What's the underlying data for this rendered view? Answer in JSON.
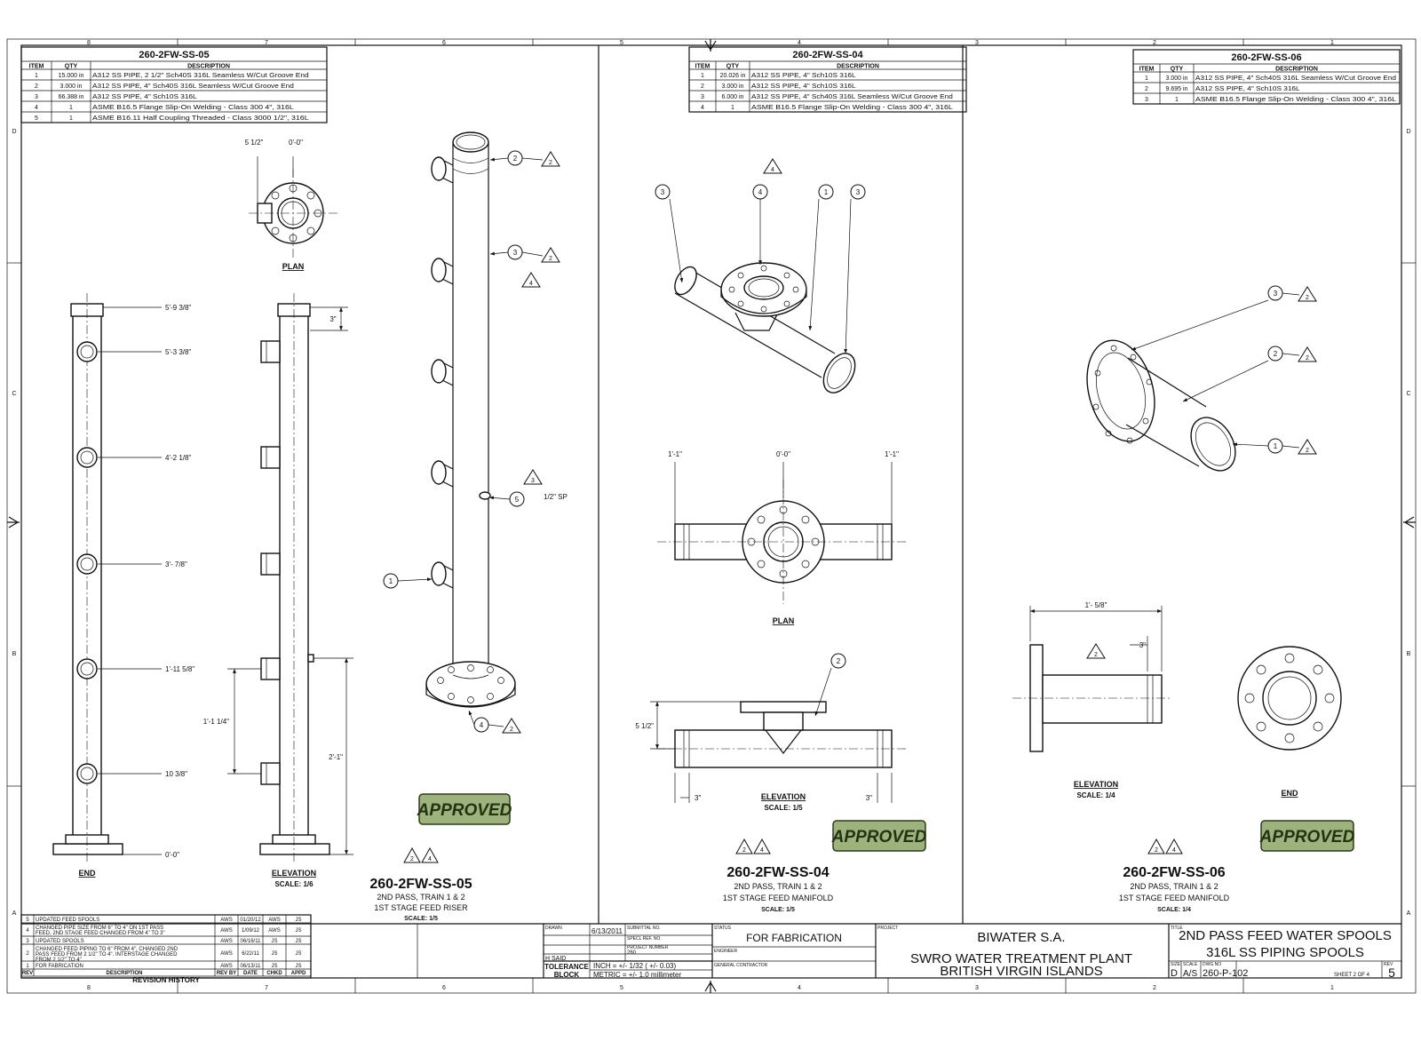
{
  "zones_top": [
    "8",
    "7",
    "6",
    "5",
    "4",
    "3",
    "2",
    "1"
  ],
  "zones_side": [
    "D",
    "C",
    "B",
    "A"
  ],
  "spools": [
    {
      "id": "260-2FW-SS-05",
      "bom_headers": [
        "ITEM",
        "QTY",
        "DESCRIPTION"
      ],
      "bom": [
        [
          "1",
          "15.000 in",
          "A312 SS PIPE, 2 1/2\" Sch40S 316L Seamless W/Cut Groove End"
        ],
        [
          "2",
          "3.000 in",
          "A312 SS PIPE, 4\" Sch40S 316L Seamless W/Cut Groove End"
        ],
        [
          "3",
          "66.388 in",
          "A312 SS PIPE, 4\" Sch10S 316L"
        ],
        [
          "4",
          "1",
          "ASME B16.5 Flange Slip-On Welding - Class 300 4\", 316L"
        ],
        [
          "5",
          "1",
          "ASME B16.11 Half Coupling Threaded - Class 3000 1/2\", 316L"
        ]
      ],
      "title_lines": [
        "2ND PASS, TRAIN 1 & 2",
        "1ST STAGE FEED RISER"
      ],
      "scale": "SCALE: 1/5",
      "views": {
        "plan": "PLAN",
        "end": "END",
        "elevation": "ELEVATION",
        "elev_scale": "SCALE: 1/6"
      },
      "dims": {
        "plan_a": "5 1/2\"",
        "plan_b": "0'-0\"",
        "top": "3\"",
        "d1": "5'-9 3/8\"",
        "d2": "5'-3 3/8\"",
        "d3": "4'-2 1/8\"",
        "d4": "3'- 7/8\"",
        "d5": "1'-11 5/8\"",
        "d6": "10 3/8\"",
        "d7": "0'-0\"",
        "d8": "1'-1 1/4\"",
        "d9": "2'-1\"",
        "sp": "1/2\" SP"
      },
      "stamp": "APPROVED"
    },
    {
      "id": "260-2FW-SS-04",
      "bom_headers": [
        "ITEM",
        "QTY",
        "DESCRIPTION"
      ],
      "bom": [
        [
          "1",
          "20.026 in",
          "A312 SS PIPE, 4\" Sch10S 316L"
        ],
        [
          "2",
          "3.000 in",
          "A312 SS PIPE, 4\" Sch10S 316L"
        ],
        [
          "3",
          "6.000 in",
          "A312 SS PIPE, 4\" Sch40S 316L Seamless W/Cut Groove End"
        ],
        [
          "4",
          "1",
          "ASME B16.5 Flange Slip-On Welding - Class 300 4\", 316L"
        ]
      ],
      "title_lines": [
        "2ND PASS, TRAIN 1 & 2",
        "1ST STAGE FEED MANIFOLD"
      ],
      "scale": "SCALE: 1/5",
      "views": {
        "plan": "PLAN",
        "elevation": "ELEVATION",
        "elev_scale": "SCALE: 1/5"
      },
      "dims": {
        "p1": "1'-1\"",
        "p2": "0'-0\"",
        "p3": "1'-1\"",
        "e1": "5 1/2\"",
        "e2": "3\"",
        "e3": "3\""
      },
      "stamp": "APPROVED"
    },
    {
      "id": "260-2FW-SS-06",
      "bom_headers": [
        "ITEM",
        "QTY",
        "DESCRIPTION"
      ],
      "bom": [
        [
          "1",
          "3.000 in",
          "A312 SS PIPE, 4\" Sch40S 316L Seamless W/Cut Groove End"
        ],
        [
          "2",
          "9.695 in",
          "A312 SS PIPE, 4\" Sch10S 316L"
        ],
        [
          "3",
          "1",
          "ASME B16.5 Flange Slip-On Welding - Class 300 4\", 316L"
        ]
      ],
      "title_lines": [
        "2ND PASS, TRAIN 1 & 2",
        "1ST STAGE FEED MANIFOLD"
      ],
      "scale": "SCALE: 1/4",
      "views": {
        "elevation": "ELEVATION",
        "elev_scale": "SCALE: 1/4",
        "end": "END"
      },
      "dims": {
        "e1": "1'- 5/8\"",
        "e2": "3\""
      },
      "stamp": "APPROVED"
    }
  ],
  "revisions": {
    "headers": [
      "REV",
      "DESCRIPTION",
      "REV BY",
      "DATE",
      "CHKD",
      "APPD"
    ],
    "rows": [
      [
        "5",
        "UPDATED FEED SPOOLS",
        "AWS",
        "01/20/12",
        "AWS",
        "JS"
      ],
      [
        "4",
        "CHANGED PIPE SIZE FROM 6\" TO 4\" ON 1ST PASS FEED, 2ND STAGE FEED CHANGED FROM 4\" TO 3\"",
        "AWS",
        "1/09/12",
        "AWS",
        "JS"
      ],
      [
        "3",
        "UPDATED SPOOLS",
        "AWS",
        "06/16/11",
        "JS",
        "JS"
      ],
      [
        "2",
        "CHANGED FEED PIPING TO 6\" FROM 4\", CHANGED 2ND PASS FEED FROM 2 1/2\" TO 4\". INTERSTAGE CHANGED FROM 2 1/2\" TO 4\"",
        "AWS",
        "6/22/11",
        "JS",
        "JS"
      ],
      [
        "1",
        "FOR FABRICATION",
        "AWS",
        "06/13/11",
        "JS",
        "JS"
      ]
    ],
    "title": "REVISION HISTORY"
  },
  "title_block": {
    "drawn_label": "DRAWN",
    "drawn_date": "6/13/2011",
    "subm_label": "SUBMITTAL NO.",
    "spec_label": "SPECL REF. NO.",
    "project_no_label": "PROJECT NUMBER",
    "project_no": "260",
    "checker": "H SAID",
    "tolerance_label": "TOLERANCE",
    "block_label": "BLOCK",
    "tol_inch": "INCH = +/- 1/32 ( +/- 0.03)",
    "tol_metric": "METRIC = +/- 1.0 millimeter",
    "status_label": "STATUS",
    "status": "FOR FABRICATION",
    "engineer_label": "ENGINEER",
    "gc_label": "GENERAL CONTRACTOR",
    "project_label": "PROJECT",
    "company": "BIWATER S.A.",
    "plant": "SWRO WATER TREATMENT PLANT",
    "location": "BRITISH VIRGIN ISLANDS",
    "title_label": "TITLE",
    "title1": "2ND PASS FEED WATER SPOOLS",
    "title2": "316L SS PIPING SPOOLS",
    "size_label": "SIZE",
    "size": "D",
    "scale_label": "SCALE",
    "scale": "A/S",
    "dwg_label": "DWG NO",
    "dwg": "260-P-102",
    "sheet": "SHEET 2 OF 4",
    "rev_label": "REV",
    "rev": "5"
  }
}
